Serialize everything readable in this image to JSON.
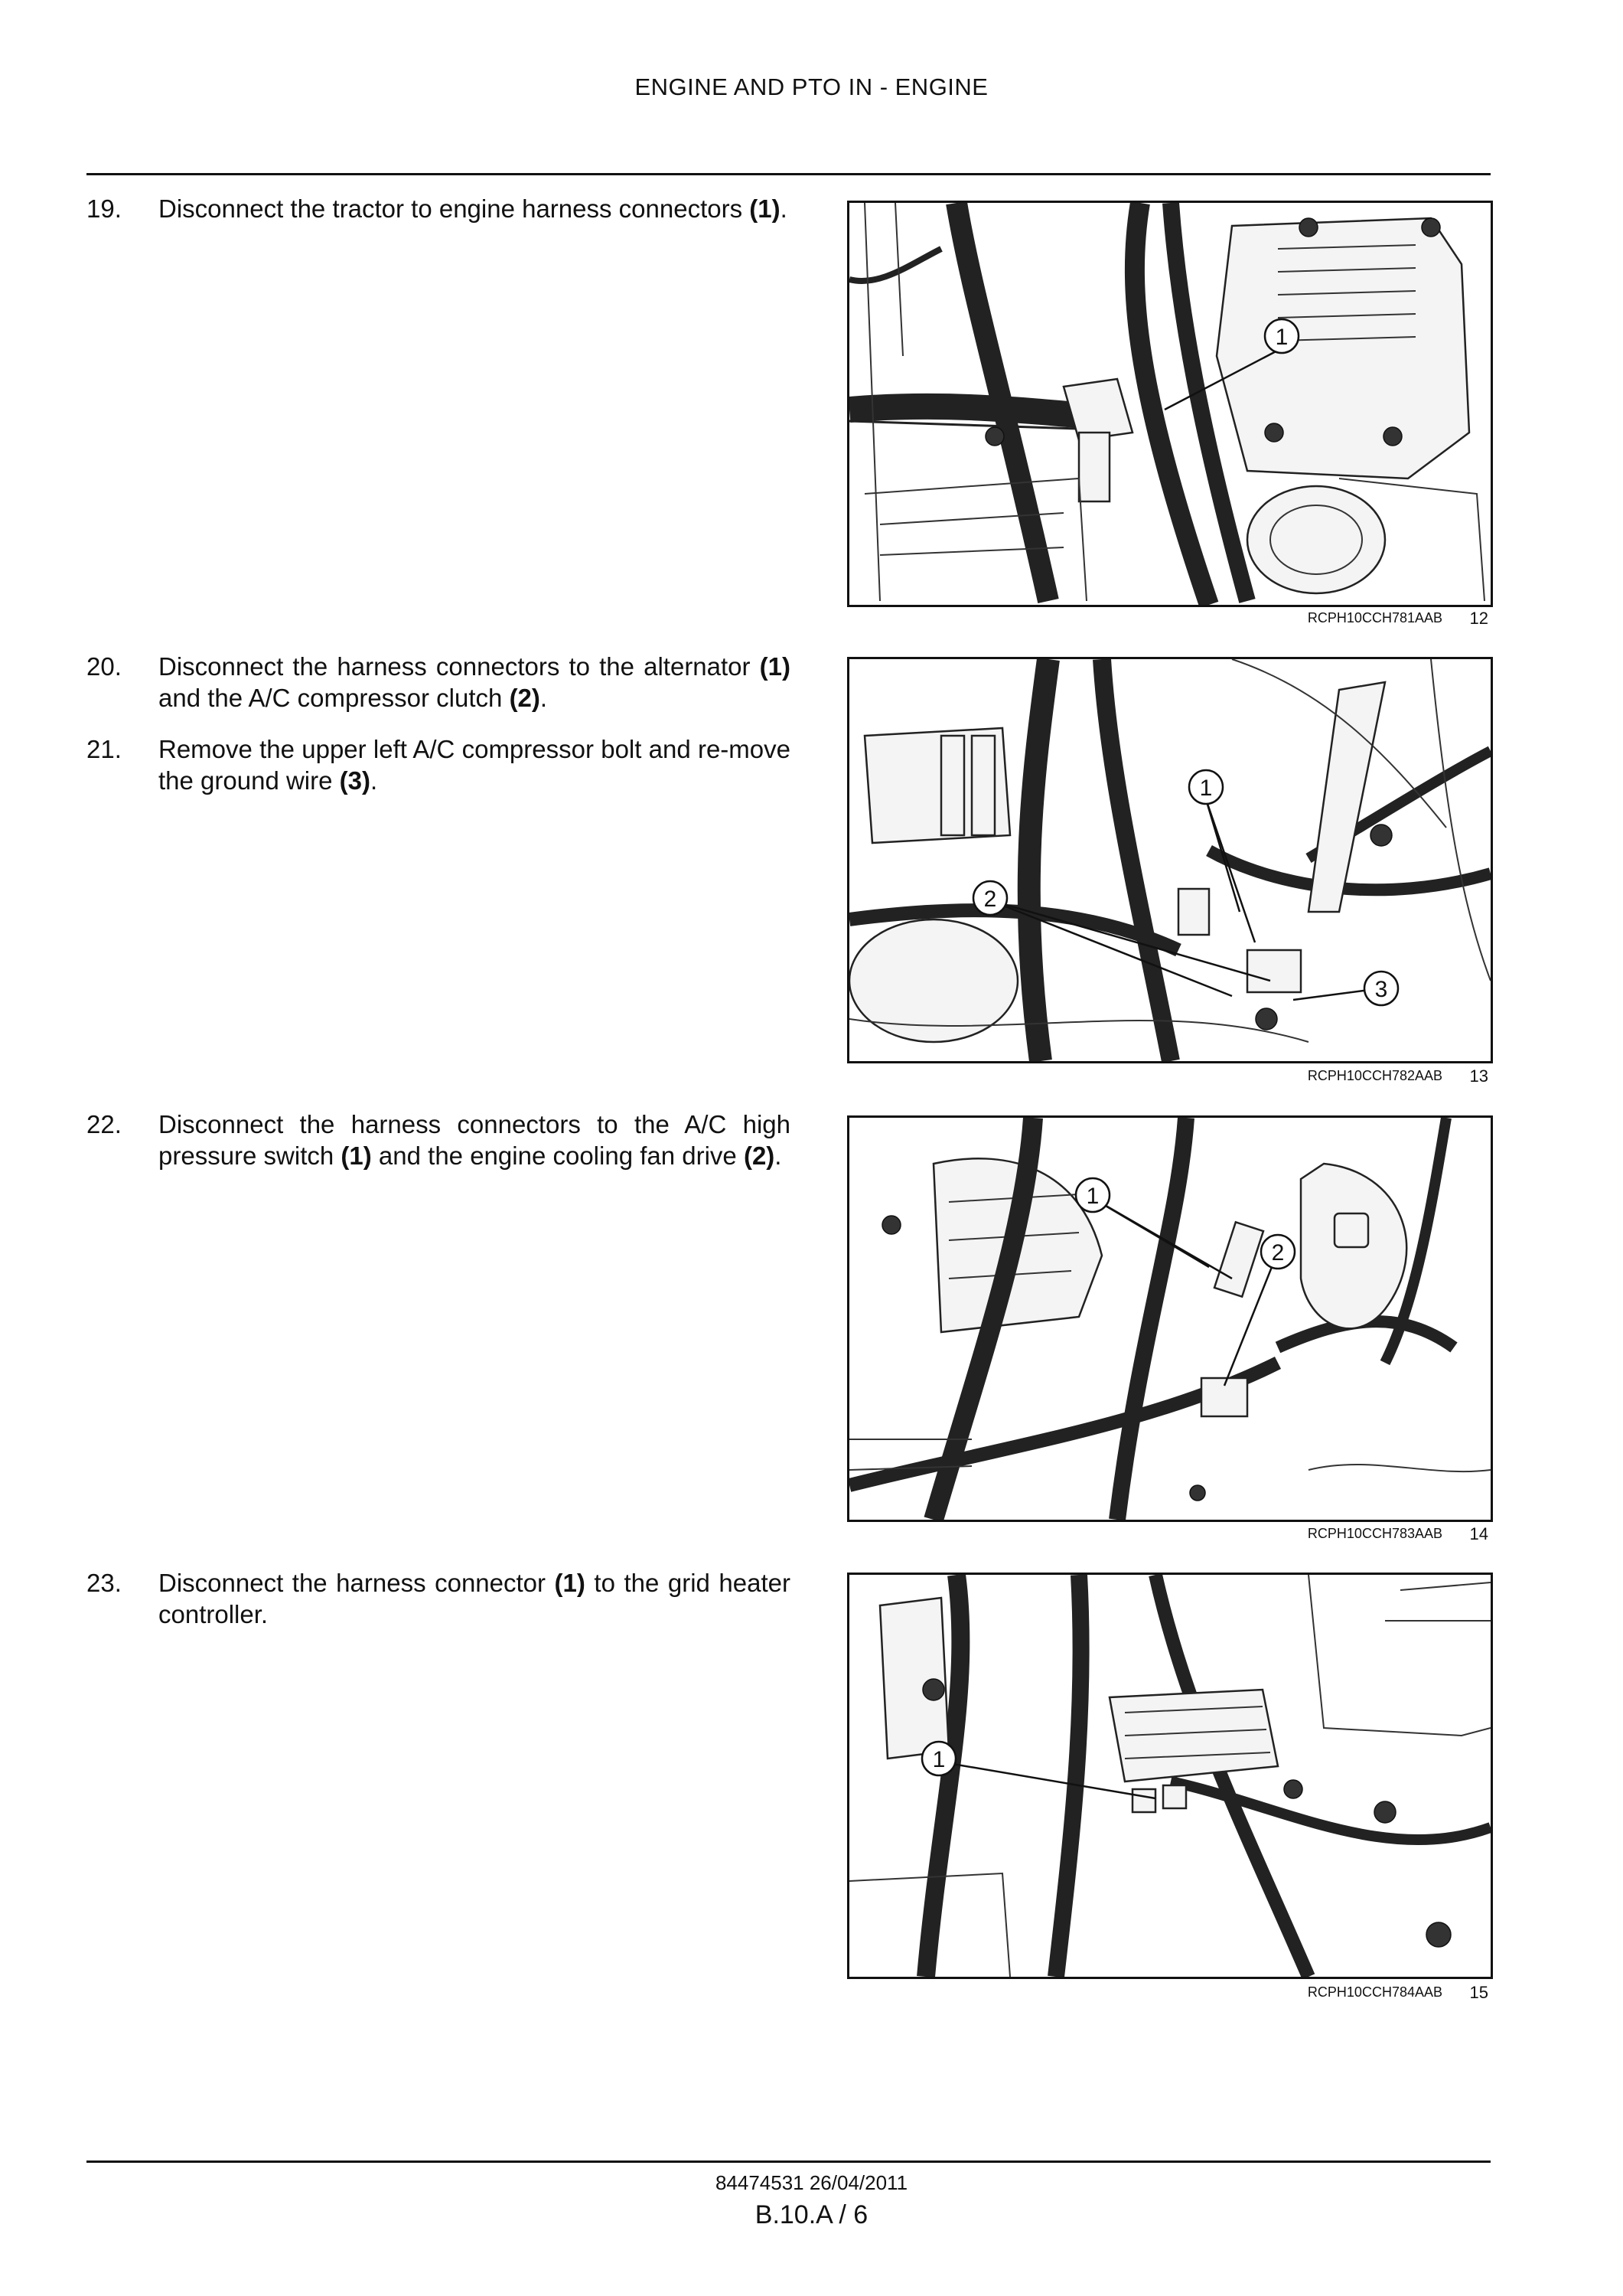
{
  "header": {
    "title": "ENGINE AND PTO IN - ENGINE"
  },
  "steps": [
    {
      "num": "19.",
      "text_a": "Disconnect the tractor to engine harness connectors ",
      "bold_a": "(1)",
      "text_b": ".",
      "bold_b": "",
      "text_c": ""
    },
    {
      "num": "20.",
      "text_a": "Disconnect the harness connectors to the alternator ",
      "bold_a": "(1)",
      "text_b": " and the A/C compressor clutch ",
      "bold_b": "(2)",
      "text_c": "."
    },
    {
      "num": "21.",
      "text_a": "Remove the upper left A/C compressor bolt and re-move the ground wire ",
      "bold_a": "(3)",
      "text_b": ".",
      "bold_b": "",
      "text_c": ""
    },
    {
      "num": "22.",
      "text_a": "Disconnect the harness connectors to the A/C high pressure switch ",
      "bold_a": "(1)",
      "text_b": " and the engine cooling fan drive ",
      "bold_b": "(2)",
      "text_c": "."
    },
    {
      "num": "23.",
      "text_a": "Disconnect the harness connector ",
      "bold_a": "(1)",
      "text_b": " to the grid heater controller.",
      "bold_b": "",
      "text_c": ""
    }
  ],
  "figures": [
    {
      "code": "RCPH10CCH781AAB",
      "number": "12",
      "callouts": [
        "1"
      ]
    },
    {
      "code": "RCPH10CCH782AAB",
      "number": "13",
      "callouts": [
        "1",
        "2",
        "3"
      ]
    },
    {
      "code": "RCPH10CCH783AAB",
      "number": "14",
      "callouts": [
        "1",
        "2"
      ]
    },
    {
      "code": "RCPH10CCH784AAB",
      "number": "15",
      "callouts": [
        "1"
      ]
    }
  ],
  "footer": {
    "doc_code": "84474531 26/04/2011",
    "page": "B.10.A / 6"
  }
}
